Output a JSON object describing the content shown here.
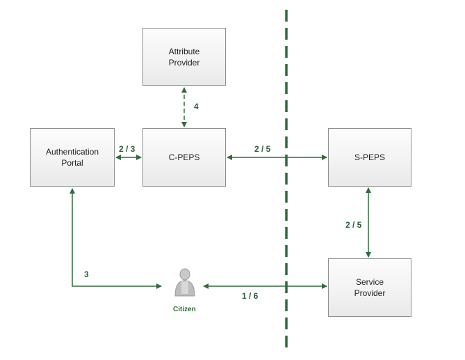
{
  "nodes": {
    "attribute_provider": "Attribute\nProvider",
    "authentication_portal": "Authentication\nPortal",
    "c_peps": "C-PEPS",
    "s_peps": "S-PEPS",
    "service_provider": "Service\nProvider",
    "citizen": "Citizen"
  },
  "edges": {
    "ap_cpeps": "4",
    "auth_cpeps": "2 / 3",
    "cpeps_speps": "2 / 5",
    "speps_sp": "2 / 5",
    "auth_citizen": "3",
    "citizen_sp": "1 / 6"
  },
  "colors": {
    "line": "#2f6b3c",
    "box_border": "#8f8f8f",
    "citizen_icon": "#b8b8b8"
  }
}
